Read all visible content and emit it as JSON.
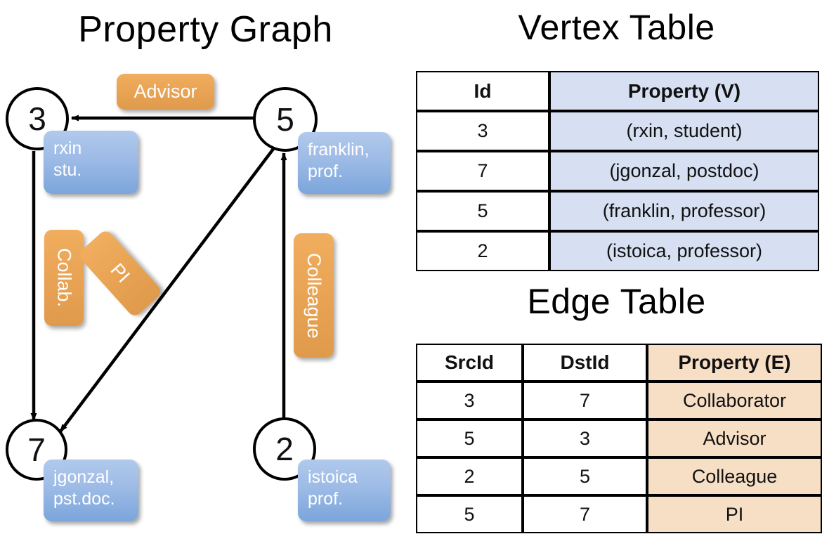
{
  "titles": {
    "property_graph": "Property Graph",
    "vertex_table": "Vertex Table",
    "edge_table": "Edge Table"
  },
  "colors": {
    "vertex_property_fill": "#d6e0f2",
    "edge_property_fill": "#f7dfc6",
    "vertex_box_blue": "#9dbbe6",
    "edge_label_orange": "#e8a253",
    "stroke": "#000000"
  },
  "graph": {
    "vertices": [
      {
        "id": "3",
        "property_line1": "rxin",
        "property_line2": "stu."
      },
      {
        "id": "5",
        "property_line1": "franklin,",
        "property_line2": "prof."
      },
      {
        "id": "7",
        "property_line1": "jgonzal,",
        "property_line2": "pst.doc."
      },
      {
        "id": "2",
        "property_line1": "istoica",
        "property_line2": "prof."
      }
    ],
    "edge_labels": [
      {
        "name": "advisor",
        "text": "Advisor",
        "orientation": "horizontal"
      },
      {
        "name": "collab",
        "text": "Collab.",
        "orientation": "vertical"
      },
      {
        "name": "pi",
        "text": "PI",
        "orientation": "diagonal"
      },
      {
        "name": "colleague",
        "text": "Colleague",
        "orientation": "vertical"
      }
    ],
    "edges": [
      {
        "from": "5",
        "to": "3",
        "label": "Advisor"
      },
      {
        "from": "3",
        "to": "7",
        "label": "Collab."
      },
      {
        "from": "5",
        "to": "7",
        "label": "PI"
      },
      {
        "from": "2",
        "to": "5",
        "label": "Colleague"
      }
    ]
  },
  "vertex_table": {
    "headers": [
      "Id",
      "Property (V)"
    ],
    "rows": [
      {
        "id": "3",
        "property": "(rxin, student)"
      },
      {
        "id": "7",
        "property": "(jgonzal, postdoc)"
      },
      {
        "id": "5",
        "property": "(franklin, professor)"
      },
      {
        "id": "2",
        "property": "(istoica, professor)"
      }
    ]
  },
  "edge_table": {
    "headers": [
      "SrcId",
      "DstId",
      "Property (E)"
    ],
    "rows": [
      {
        "src": "3",
        "dst": "7",
        "property": "Collaborator"
      },
      {
        "src": "5",
        "dst": "3",
        "property": "Advisor"
      },
      {
        "src": "2",
        "dst": "5",
        "property": "Colleague"
      },
      {
        "src": "5",
        "dst": "7",
        "property": "PI"
      }
    ]
  }
}
